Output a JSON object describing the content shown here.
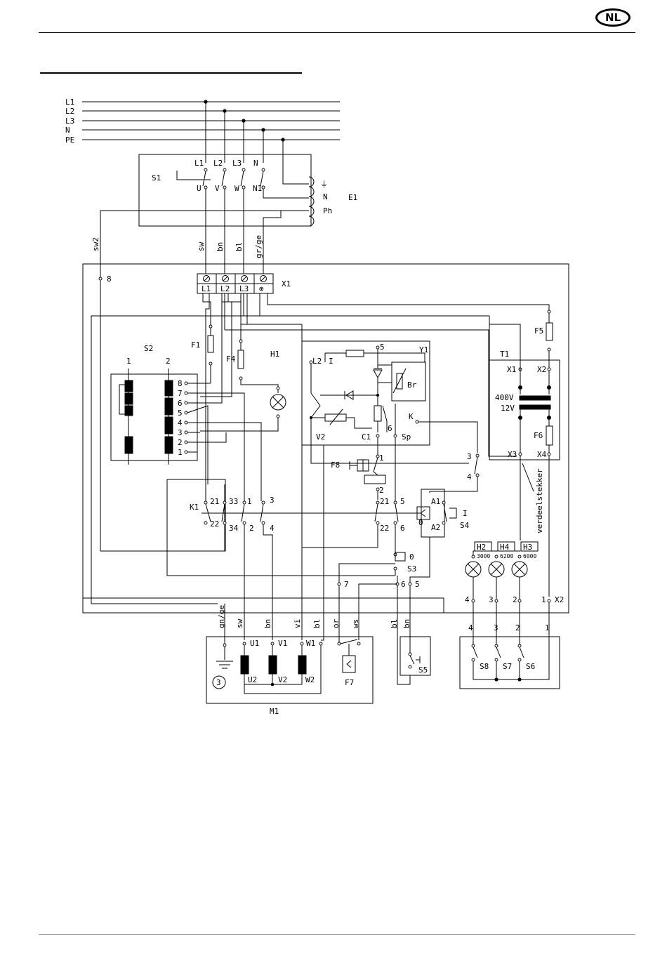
{
  "header": {
    "logo_text": "NL"
  },
  "mains": [
    "L1",
    "L2",
    "L3",
    "N",
    "PE"
  ],
  "components": {
    "S1": "S1",
    "E1": "E1",
    "X1": "X1",
    "S2": "S2",
    "F1": "F1",
    "F4": "F4",
    "H1": "H1",
    "Y1": "Y1",
    "F5": "F5",
    "T1": "T1",
    "F6": "F6",
    "F8": "F8",
    "K1": "K1",
    "S4": "S4",
    "S3": "S3",
    "H2": "H2",
    "H4": "H4",
    "H3": "H3",
    "X2": "X2",
    "M1": "M1",
    "F7": "F7",
    "S5": "S5",
    "S8": "S8",
    "S7": "S7",
    "S6": "S6"
  },
  "s1_terminals": {
    "top": [
      "L1",
      "L2",
      "L3",
      "N"
    ],
    "bottom": [
      "U",
      "V",
      "W",
      "N1"
    ]
  },
  "e1_labels": [
    "N",
    "Ph"
  ],
  "wire_colors_top": [
    "sw",
    "bn",
    "bl",
    "gr/ge"
  ],
  "wire_sw2": "sw2",
  "x1_terminals": [
    "L1",
    "L2",
    "L3"
  ],
  "x1_pin8": "8",
  "s2_columns": [
    "1",
    "2"
  ],
  "s2_pins": [
    "8",
    "7",
    "6",
    "5",
    "4",
    "3",
    "2",
    "1"
  ],
  "y1_labels": {
    "l2": "L2",
    "i": "I",
    "five": "5",
    "br": "Br",
    "k": "K",
    "v2": "V2",
    "c1": "C1",
    "six": "6",
    "sp": "Sp"
  },
  "t1_labels": {
    "x1": "X1",
    "x2": "X2",
    "v400": "400V",
    "v12": "12V",
    "x3": "X3",
    "x4": "X4"
  },
  "verdeelstekker": "verdeelstekker",
  "k1_pins": {
    "p21": "21",
    "p22": "22",
    "p33": "33",
    "p34": "34",
    "p1": "1",
    "p2": "2",
    "p3": "3",
    "p4": "4"
  },
  "f8_pins": {
    "p1": "1",
    "p2": "2"
  },
  "s4_pins": {
    "p21": "21",
    "p22": "22",
    "p5": "5",
    "p6": "6",
    "a1": "A1",
    "a2": "A2",
    "i": "I",
    "o": "0"
  },
  "side_pins": {
    "p3": "3",
    "p4": "4"
  },
  "s3_labels": {
    "o": "0",
    "p7": "7",
    "p6": "6",
    "p5": "5"
  },
  "lamps": {
    "h2": "3000",
    "h4": "6200",
    "h3": "6000"
  },
  "x2_pins": [
    "4",
    "3",
    "2",
    "1"
  ],
  "bottom_wire_colors": [
    "gn/ge",
    "sw",
    "bn",
    "vi",
    "bl",
    "or",
    "ws",
    "bl",
    "bn"
  ],
  "motor": {
    "u1": "U1",
    "v1": "V1",
    "w1": "W1",
    "u2": "U2",
    "v2": "V2",
    "w2": "W2",
    "three": "3"
  },
  "switch_pins": [
    "4",
    "3",
    "2",
    "1"
  ]
}
